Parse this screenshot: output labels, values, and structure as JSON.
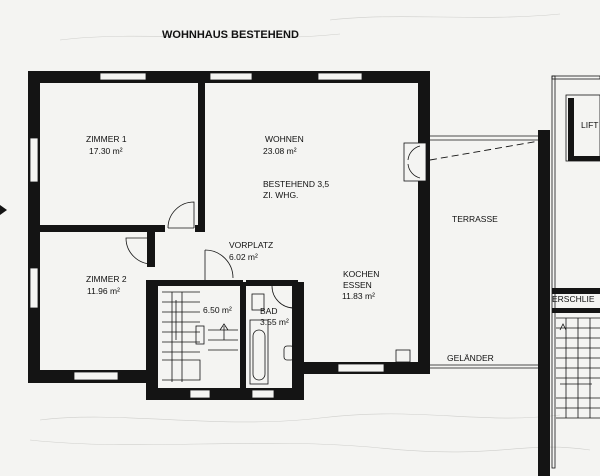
{
  "title": "WOHNHAUS BESTEHEND",
  "rooms": {
    "zimmer1": {
      "name": "ZIMMER 1",
      "area": "17.30 m²"
    },
    "wohnen": {
      "name": "WOHNEN",
      "area": "23.08 m²"
    },
    "bestehend": {
      "line1": "BESTEHEND 3,5",
      "line2": "ZI. WHG."
    },
    "terrasse": {
      "name": "TERRASSE"
    },
    "vorplatz": {
      "name": "VORPLATZ",
      "area": "6.02 m²"
    },
    "zimmer2": {
      "name": "ZIMMER 2",
      "area": "11.96 m²"
    },
    "treppe": {
      "area": "6.50 m²"
    },
    "bad": {
      "name": "BAD",
      "area": "3.55 m²"
    },
    "kochen": {
      "name": "KOCHEN",
      "name2": "ESSEN",
      "area": "11.83 m²"
    },
    "lift": {
      "name": "LIFT"
    },
    "erschliessung": {
      "name": "ERSCHLIE"
    }
  },
  "gelaender": "GELÄNDER"
}
